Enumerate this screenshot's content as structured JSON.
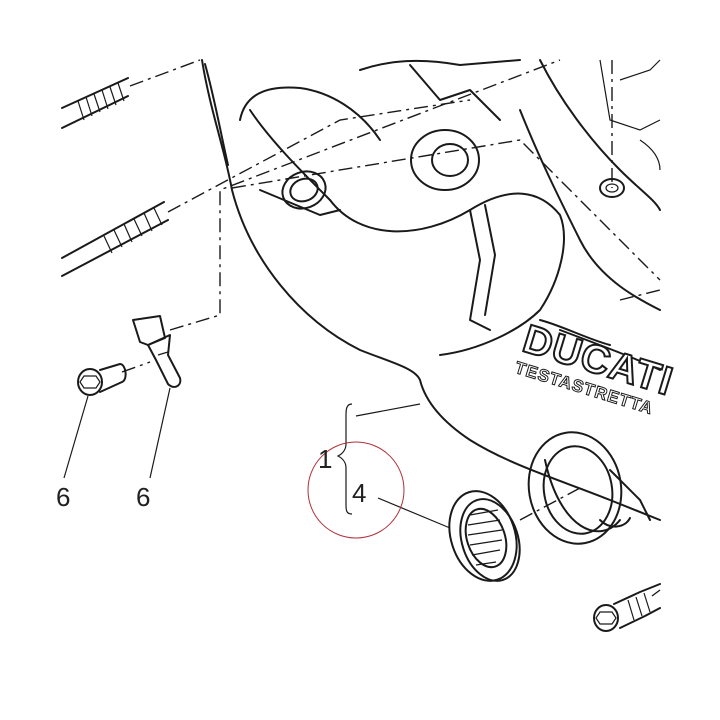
{
  "brand": {
    "name": "DUCATI",
    "subline": "TESTASTRETTA"
  },
  "callouts": {
    "left_bolt": "6",
    "bracket_clip": "6",
    "cover_assembly": "1",
    "oil_seal": "4"
  },
  "colors": {
    "line": "#1a1a1a",
    "highlight_circle": "#b0303a"
  }
}
